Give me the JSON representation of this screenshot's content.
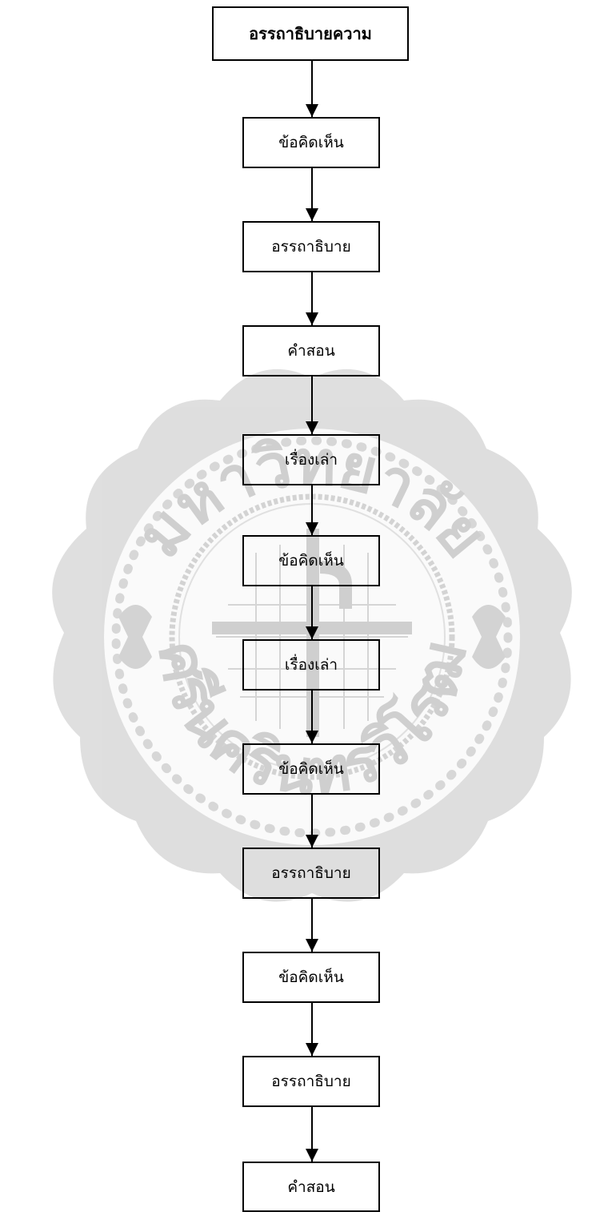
{
  "watermark": {
    "top_arc_text": "มหาวิทยาลัย",
    "bottom_arc_text": "ศรีนครินทรวิโรฒ",
    "color": "#a8a8a8"
  },
  "flowchart": {
    "nodes": [
      {
        "label": "อรรถาธิบายความ",
        "emphasis": true
      },
      {
        "label": "ข้อคิดเห็น",
        "emphasis": false
      },
      {
        "label": "อรรถาธิบาย",
        "emphasis": false
      },
      {
        "label": "คำสอน",
        "emphasis": false
      },
      {
        "label": "เรื่องเล่า",
        "emphasis": false
      },
      {
        "label": "ข้อคิดเห็น",
        "emphasis": false
      },
      {
        "label": "เรื่องเล่า",
        "emphasis": false
      },
      {
        "label": "ข้อคิดเห็น",
        "emphasis": false
      },
      {
        "label": "อรรถาธิบาย",
        "emphasis": false
      },
      {
        "label": "ข้อคิดเห็น",
        "emphasis": false
      },
      {
        "label": "อรรถาธิบาย",
        "emphasis": false
      },
      {
        "label": "คำสอน",
        "emphasis": false
      }
    ],
    "edges": [
      {
        "from": 0,
        "to": 1
      },
      {
        "from": 1,
        "to": 2
      },
      {
        "from": 2,
        "to": 3
      },
      {
        "from": 3,
        "to": 4
      },
      {
        "from": 4,
        "to": 5
      },
      {
        "from": 5,
        "to": 6
      },
      {
        "from": 6,
        "to": 7
      },
      {
        "from": 7,
        "to": 8
      },
      {
        "from": 8,
        "to": 9
      },
      {
        "from": 9,
        "to": 10
      },
      {
        "from": 10,
        "to": 11
      }
    ]
  }
}
